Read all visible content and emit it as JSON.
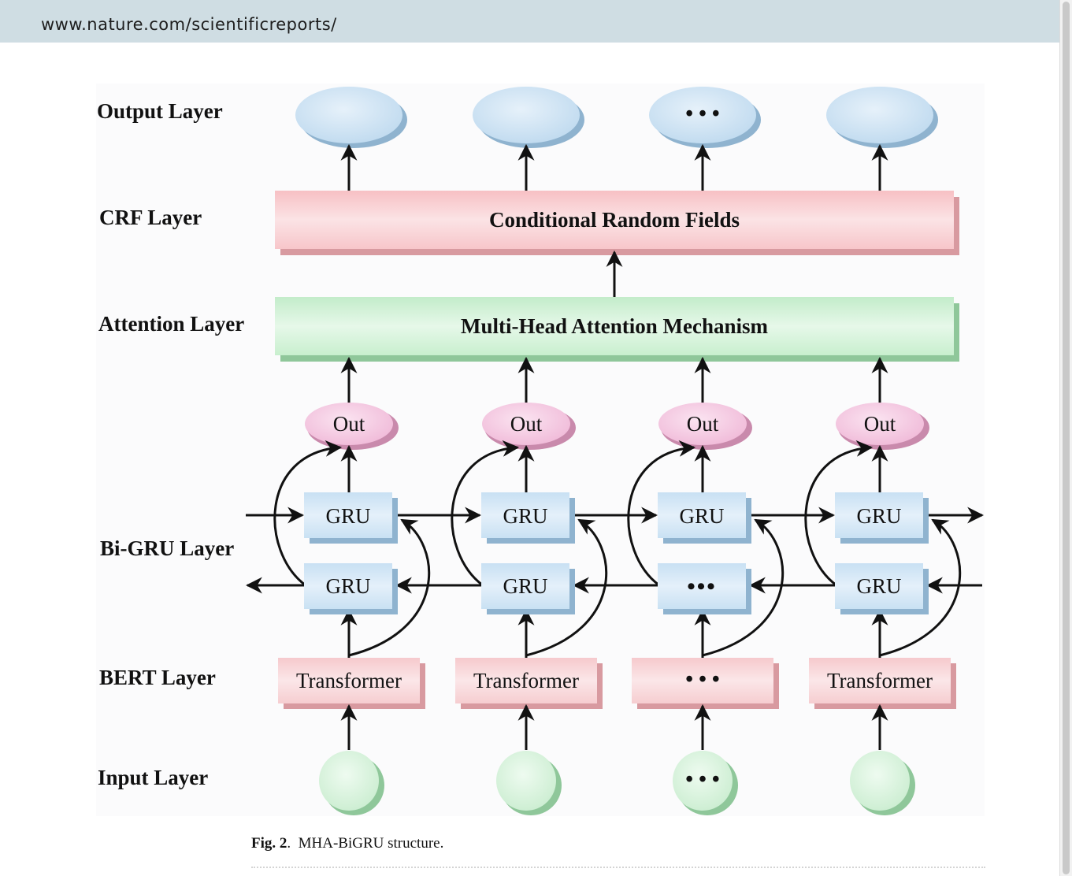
{
  "header": {
    "url": "www.nature.com/scientificreports/"
  },
  "figure": {
    "layers": {
      "output": "Output Layer",
      "crf": "CRF Layer",
      "attention": "Attention Layer",
      "bigru": "Bi-GRU Layer",
      "bert": "BERT Layer",
      "input": "Input Layer"
    },
    "crf_box": "Conditional Random Fields",
    "attention_box": "Multi-Head Attention Mechanism",
    "out_label": "Out",
    "gru_label": "GRU",
    "transformer_label": "Transformer",
    "ellipsis": "• • •",
    "ellipsis_bold": "•••"
  },
  "caption": {
    "label": "Fig. 2",
    "text": "MHA-BiGRU structure."
  },
  "colors": {
    "header_bg": "#cfdde3",
    "output_node": "#c9e0f2",
    "crf_box": "#f7c9cc",
    "attention_box": "#ccf0d2",
    "out_node": "#f2c3df",
    "gru_box": "#cfe4f4",
    "transformer_box": "#f7cfd2",
    "input_node": "#d5f2da"
  }
}
